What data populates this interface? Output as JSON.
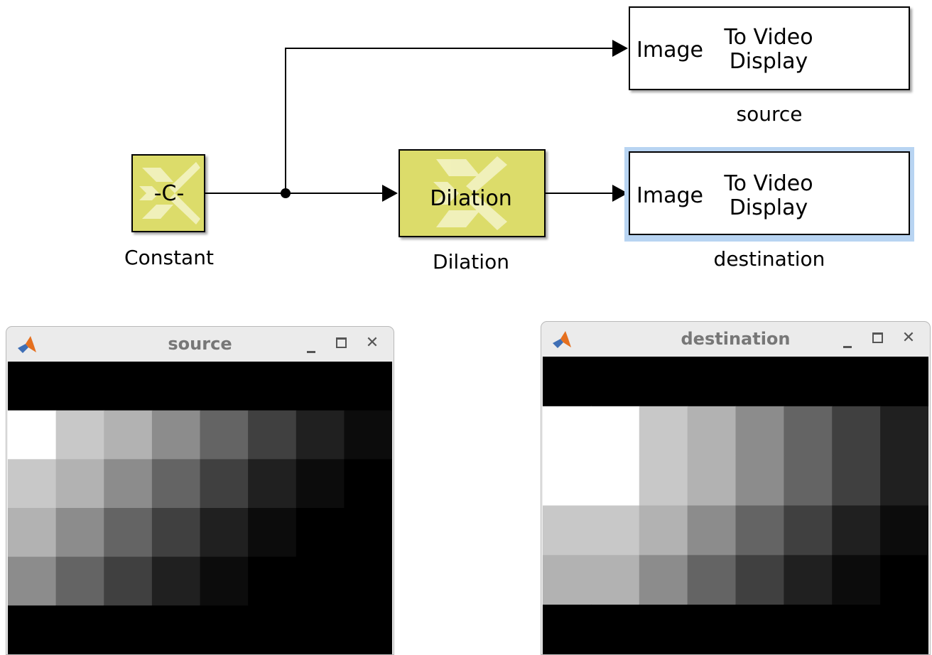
{
  "diagram": {
    "blocks": {
      "constant": {
        "text": "-C-",
        "label": "Constant"
      },
      "dilation": {
        "text": "Dilation",
        "label": "Dilation"
      },
      "source_display": {
        "port": "Image",
        "text_line1": "To Video",
        "text_line2": "Display",
        "label": "source"
      },
      "destination_display": {
        "port": "Image",
        "text_line1": "To Video",
        "text_line2": "Display",
        "label": "destination"
      }
    }
  },
  "windows": {
    "source": {
      "title": "source",
      "pixels": [
        [
          0,
          0,
          0,
          0,
          0,
          0,
          0,
          0
        ],
        [
          255,
          200,
          178,
          140,
          100,
          64,
          32,
          12
        ],
        [
          200,
          178,
          140,
          100,
          64,
          32,
          12,
          0
        ],
        [
          178,
          140,
          100,
          64,
          32,
          12,
          0,
          0
        ],
        [
          140,
          100,
          64,
          32,
          12,
          0,
          0,
          0
        ],
        [
          0,
          0,
          0,
          0,
          0,
          0,
          0,
          0
        ]
      ]
    },
    "destination": {
      "title": "destination",
      "pixels": [
        [
          0,
          0,
          0,
          0,
          0,
          0,
          0,
          0
        ],
        [
          255,
          255,
          200,
          178,
          140,
          100,
          64,
          32
        ],
        [
          255,
          255,
          200,
          178,
          140,
          100,
          64,
          32
        ],
        [
          200,
          200,
          178,
          140,
          100,
          64,
          32,
          12
        ],
        [
          178,
          178,
          140,
          100,
          64,
          32,
          12,
          0
        ],
        [
          0,
          0,
          0,
          0,
          0,
          0,
          0,
          0
        ]
      ]
    }
  },
  "colors": {
    "xilinx_block_fill": "#dcdc6a",
    "selection_highlight": "#b8d4f2",
    "wire": "#000000",
    "matlab_logo_orange": "#e5701f",
    "matlab_logo_blue": "#3f6fb5"
  }
}
